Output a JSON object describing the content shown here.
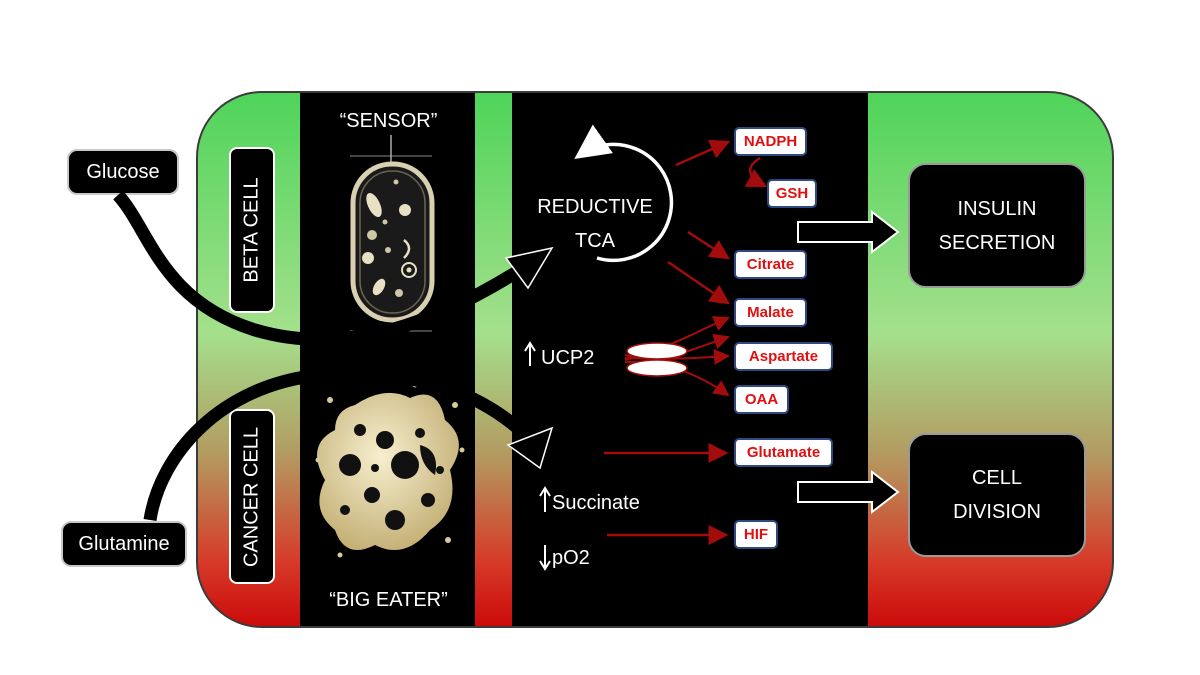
{
  "inputs": {
    "glucose": "Glucose",
    "glutamine": "Glutamine"
  },
  "cells": {
    "beta": "BETA CELL",
    "cancer": "CANCER CELL"
  },
  "nicknames": {
    "sensor": "“SENSOR”",
    "big_eater": "“BIG EATER”"
  },
  "pathway": {
    "tca_line1": "REDUCTIVE",
    "tca_line2": "TCA"
  },
  "regulators": {
    "ucp2": "UCP2",
    "succinate": "Succinate",
    "po2": "pO2"
  },
  "metabolites": {
    "nadph": "NADPH",
    "gsh": "GSH",
    "citrate": "Citrate",
    "malate": "Malate",
    "aspartate": "Aspartate",
    "oaa": "OAA",
    "glutamate": "Glutamate",
    "hif": "HIF"
  },
  "outcomes": {
    "insulin_l1": "INSULIN",
    "insulin_l2": "SECRETION",
    "division_l1": "CELL",
    "division_l2": "DIVISION"
  },
  "colors": {
    "arrow_red": "#a30c0c",
    "metabolite_text": "#e01010",
    "panel_top": "#4fd45a",
    "panel_bottom": "#cc0b0b"
  }
}
